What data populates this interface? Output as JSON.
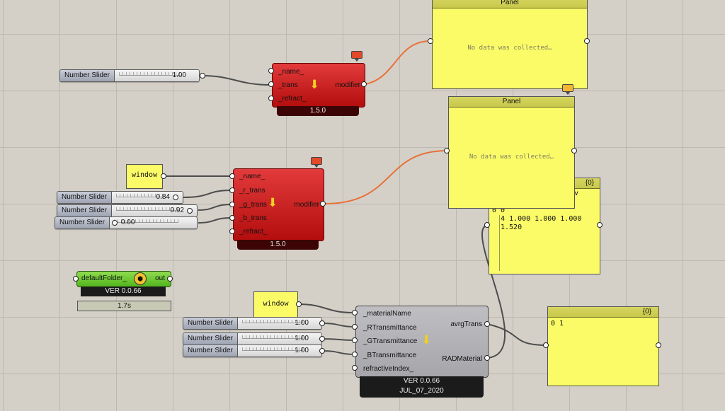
{
  "panel_top": {
    "header": "Panel",
    "message": "No data was collected…"
  },
  "panel_mid": {
    "header": "Panel",
    "message": "No data was collected…"
  },
  "panel_tree": {
    "header": "{0}",
    "partial": "v",
    "index": "0 0",
    "rows": [
      "4 1.000 1.000 1.000",
      "1.520"
    ]
  },
  "panel_bottom": {
    "header": "{0}",
    "row": "0 1"
  },
  "sliders": [
    {
      "label": "Number Slider",
      "value": "1.00"
    },
    {
      "label": "Number Slider",
      "value": "0.84"
    },
    {
      "label": "Number Slider",
      "value": "0.92"
    },
    {
      "label": "Number Slider",
      "value": "0.00"
    },
    {
      "label": "Number Slider",
      "value": "1.00"
    },
    {
      "label": "Number Slider",
      "value": "1.00"
    },
    {
      "label": "Number Slider",
      "value": "1.00"
    }
  ],
  "modifier1": {
    "inputs": [
      "_name_",
      "_trans",
      "_refract_"
    ],
    "output": "modifier",
    "version": "1.5.0"
  },
  "modifier2": {
    "inputs": [
      "_name_",
      "_r_trans",
      "_g_trans",
      "_b_trans",
      "_refract_"
    ],
    "output": "modifier",
    "version": "1.5.0"
  },
  "text_params": {
    "top": "window",
    "bottom": "window"
  },
  "default_folder": {
    "input": "defaultFolder_",
    "output": "out",
    "version": "VER 0.0.66",
    "time": "1.7s"
  },
  "material": {
    "inputs": [
      "_materialName",
      "_RTransmittance",
      "_GTransmittance",
      "_BTransmittance",
      "refractiveIndex_"
    ],
    "outputs": [
      "avrgTrans",
      "RADMaterial"
    ],
    "version": "VER 0.0.66",
    "date": "JUL_07_2020"
  },
  "colors": {
    "canvas": "#d4d0c8",
    "panel": "#fbfb68",
    "red_component": "#d42222",
    "green_component": "#6cc838",
    "wire_orange": "#e8703a",
    "wire_dark": "#4a4a4a"
  }
}
